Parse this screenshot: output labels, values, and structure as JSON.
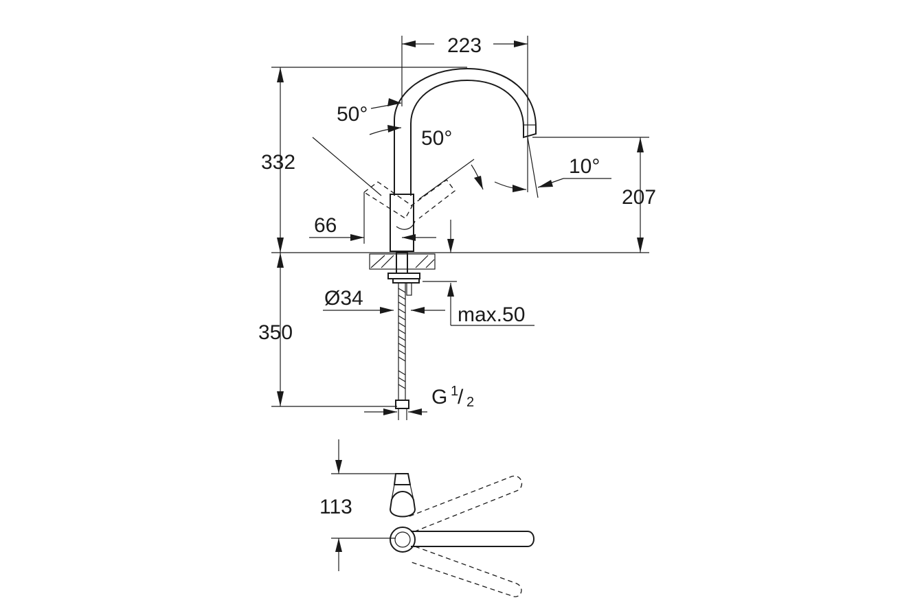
{
  "drawing": {
    "dimensions": {
      "spout_reach": "223",
      "total_height": "332",
      "spout_height": "207",
      "lever_angle_left": "50°",
      "lever_angle_right": "50°",
      "spout_angle": "10°",
      "lever_offset": "66",
      "hole_diameter": "Ø34",
      "max_counter_thickness": "max.50",
      "hose_length": "350",
      "connection_thread_main": "G",
      "connection_thread_num": "1",
      "connection_thread_den": "2",
      "top_view_depth": "113"
    }
  }
}
